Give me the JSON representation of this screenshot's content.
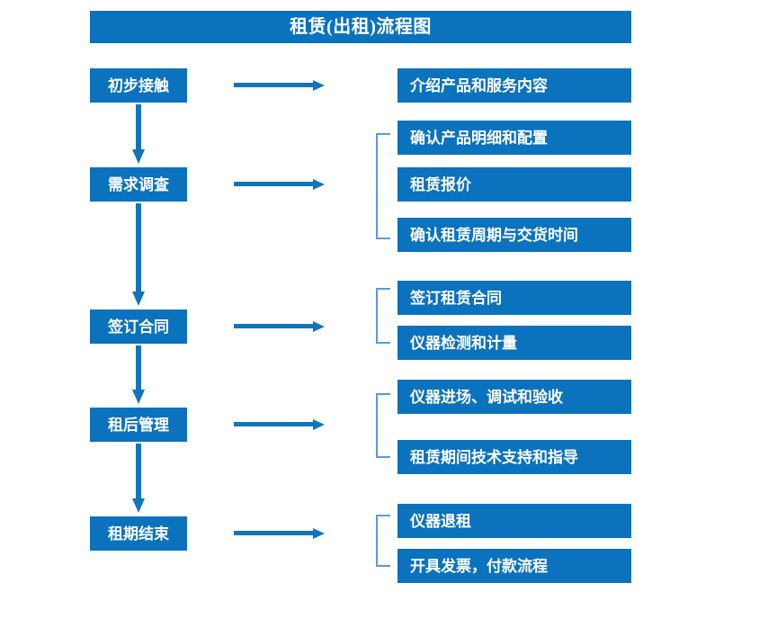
{
  "diagram": {
    "title": "租赁(出租)流程图",
    "colors": {
      "box_fill": "#0B72BE",
      "box_text": "#FFFFFF",
      "arrow": "#1175BB",
      "bracket": "#5B9BD5",
      "background": "#FFFFFF"
    },
    "stages": [
      {
        "id": "stage-1",
        "label": "初步接触"
      },
      {
        "id": "stage-2",
        "label": "需求调查"
      },
      {
        "id": "stage-3",
        "label": "签订合同"
      },
      {
        "id": "stage-4",
        "label": "租后管理"
      },
      {
        "id": "stage-5",
        "label": "租期结束"
      }
    ],
    "details": [
      {
        "id": "detail-1",
        "label": "介绍产品和服务内容"
      },
      {
        "id": "detail-2",
        "label": "确认产品明细和配置"
      },
      {
        "id": "detail-3",
        "label": "租赁报价"
      },
      {
        "id": "detail-4",
        "label": "确认租赁周期与交货时间"
      },
      {
        "id": "detail-5",
        "label": "签订租赁合同"
      },
      {
        "id": "detail-6",
        "label": "仪器检测和计量"
      },
      {
        "id": "detail-7",
        "label": "仪器进场、调试和验收"
      },
      {
        "id": "detail-8",
        "label": "租赁期间技术支持和指导"
      },
      {
        "id": "detail-9",
        "label": "仪器退租"
      },
      {
        "id": "detail-10",
        "label": "开具发票，付款流程"
      }
    ],
    "connectors": {
      "horizontal_arrows": 5,
      "vertical_arrows": 4,
      "brackets": 4
    }
  }
}
